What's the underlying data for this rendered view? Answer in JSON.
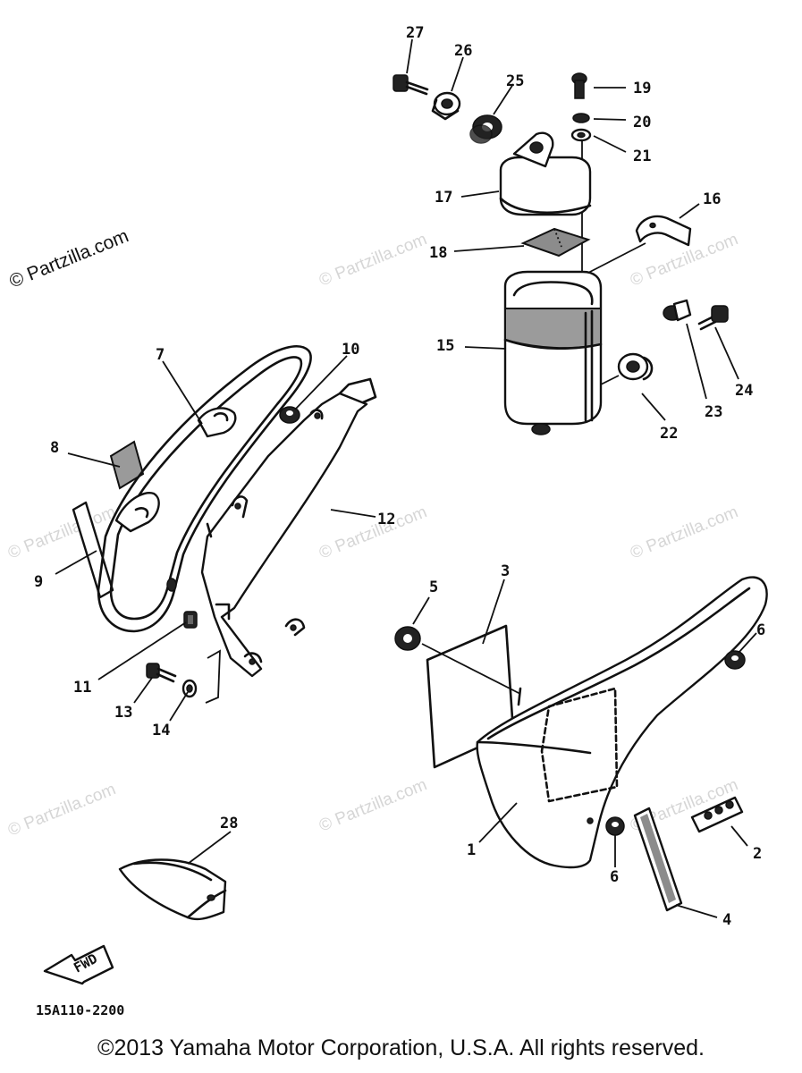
{
  "watermark_text": "© Partzilla.com",
  "diagram_code": "15A110-2200",
  "fwd_label": "FWD",
  "copyright": "©2013 Yamaha Motor Corporation, U.S.A. All rights reserved.",
  "callouts": {
    "c1": "1",
    "c2": "2",
    "c3": "3",
    "c4": "4",
    "c5": "5",
    "c6a": "6",
    "c6b": "6",
    "c7": "7",
    "c8": "8",
    "c9": "9",
    "c10": "10",
    "c11": "11",
    "c12": "12",
    "c13": "13",
    "c14": "14",
    "c15": "15",
    "c16": "16",
    "c17": "17",
    "c18": "18",
    "c19": "19",
    "c20": "20",
    "c21": "21",
    "c22": "22",
    "c23": "23",
    "c24": "24",
    "c25": "25",
    "c26": "26",
    "c27": "27",
    "c28": "28"
  }
}
